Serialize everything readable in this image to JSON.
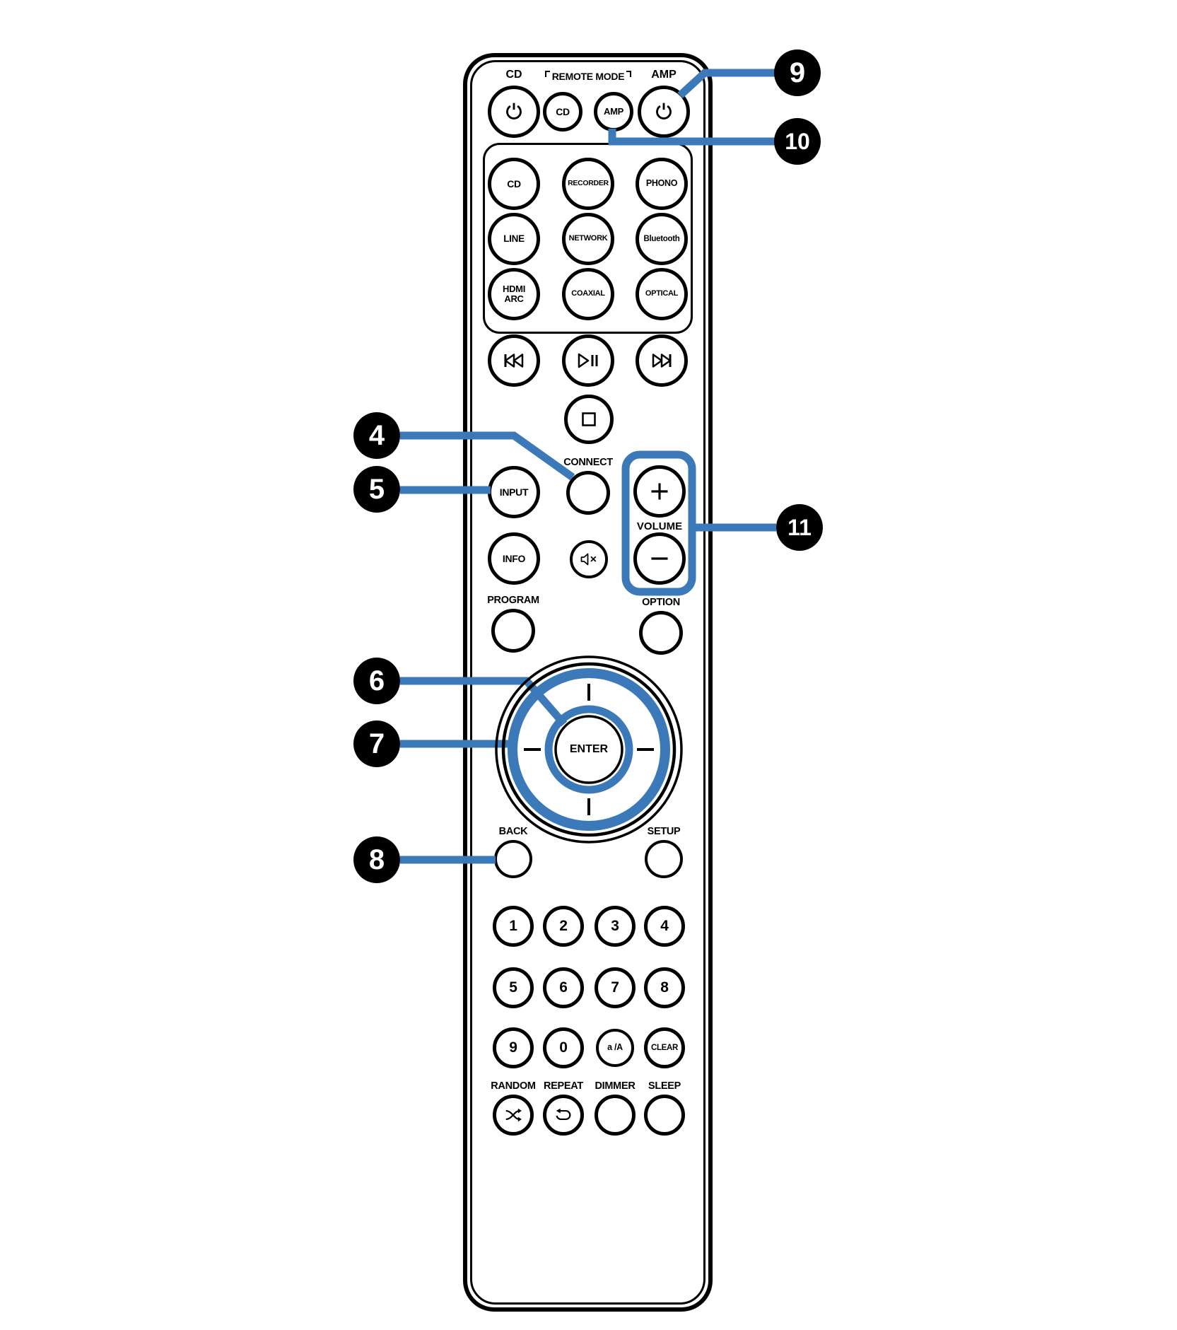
{
  "diagram": {
    "type": "remote-control-callout-diagram",
    "accent_color": "#3b79b8",
    "outline_color": "#000000",
    "callouts": [
      {
        "id": "4",
        "label": "4",
        "target": "connect-button"
      },
      {
        "id": "5",
        "label": "5",
        "target": "input-button"
      },
      {
        "id": "6",
        "label": "6",
        "target": "enter-button"
      },
      {
        "id": "7",
        "label": "7",
        "target": "cursor-pad"
      },
      {
        "id": "8",
        "label": "8",
        "target": "back-button"
      },
      {
        "id": "9",
        "label": "9",
        "target": "power-amp-button"
      },
      {
        "id": "10",
        "label": "10",
        "target": "remote-mode-amp-button"
      },
      {
        "id": "11",
        "label": "11",
        "target": "volume-buttons"
      }
    ]
  },
  "remote": {
    "header": {
      "cd_label": "CD",
      "remote_mode_label": "REMOTE MODE",
      "amp_label": "AMP"
    },
    "volume_label": "VOLUME",
    "buttons": {
      "power-cd": {
        "icon": "power-icon"
      },
      "remote-mode-cd": {
        "label": "CD"
      },
      "remote-mode-amp": {
        "label": "AMP"
      },
      "power-amp": {
        "icon": "power-icon"
      },
      "source-cd": {
        "label": "CD"
      },
      "source-recorder": {
        "label": "RECORDER"
      },
      "source-phono": {
        "label": "PHONO"
      },
      "source-line": {
        "label": "LINE"
      },
      "source-network": {
        "label": "NETWORK"
      },
      "source-bluetooth": {
        "label": "Bluetooth"
      },
      "source-hdmi-arc": {
        "label": "HDMI ARC"
      },
      "source-coaxial": {
        "label": "COAXIAL"
      },
      "source-optical": {
        "label": "OPTICAL"
      },
      "skip-back": {
        "icon": "skip-back-icon"
      },
      "play-pause": {
        "icon": "play-pause-icon"
      },
      "skip-forward": {
        "icon": "skip-forward-icon"
      },
      "stop": {
        "icon": "stop-icon"
      },
      "connect": {
        "caption": "CONNECT"
      },
      "input": {
        "label": "INPUT"
      },
      "info": {
        "label": "INFO"
      },
      "mute": {
        "icon": "mute-icon"
      },
      "volume-up": {
        "icon": "plus-icon"
      },
      "volume-down": {
        "icon": "minus-icon"
      },
      "program": {
        "caption": "PROGRAM"
      },
      "option": {
        "caption": "OPTION"
      },
      "enter": {
        "label": "ENTER"
      },
      "back": {
        "caption": "BACK"
      },
      "setup": {
        "caption": "SETUP"
      },
      "digit-1": {
        "label": "1"
      },
      "digit-2": {
        "label": "2"
      },
      "digit-3": {
        "label": "3"
      },
      "digit-4": {
        "label": "4"
      },
      "digit-5": {
        "label": "5"
      },
      "digit-6": {
        "label": "6"
      },
      "digit-7": {
        "label": "7"
      },
      "digit-8": {
        "label": "8"
      },
      "digit-9": {
        "label": "9"
      },
      "digit-0": {
        "label": "0"
      },
      "char-mode": {
        "label": "a /A"
      },
      "clear": {
        "label": "CLEAR"
      },
      "random": {
        "caption": "RANDOM",
        "icon": "shuffle-icon"
      },
      "repeat": {
        "caption": "REPEAT",
        "icon": "repeat-icon"
      },
      "dimmer": {
        "caption": "DIMMER"
      },
      "sleep": {
        "caption": "SLEEP"
      }
    }
  }
}
